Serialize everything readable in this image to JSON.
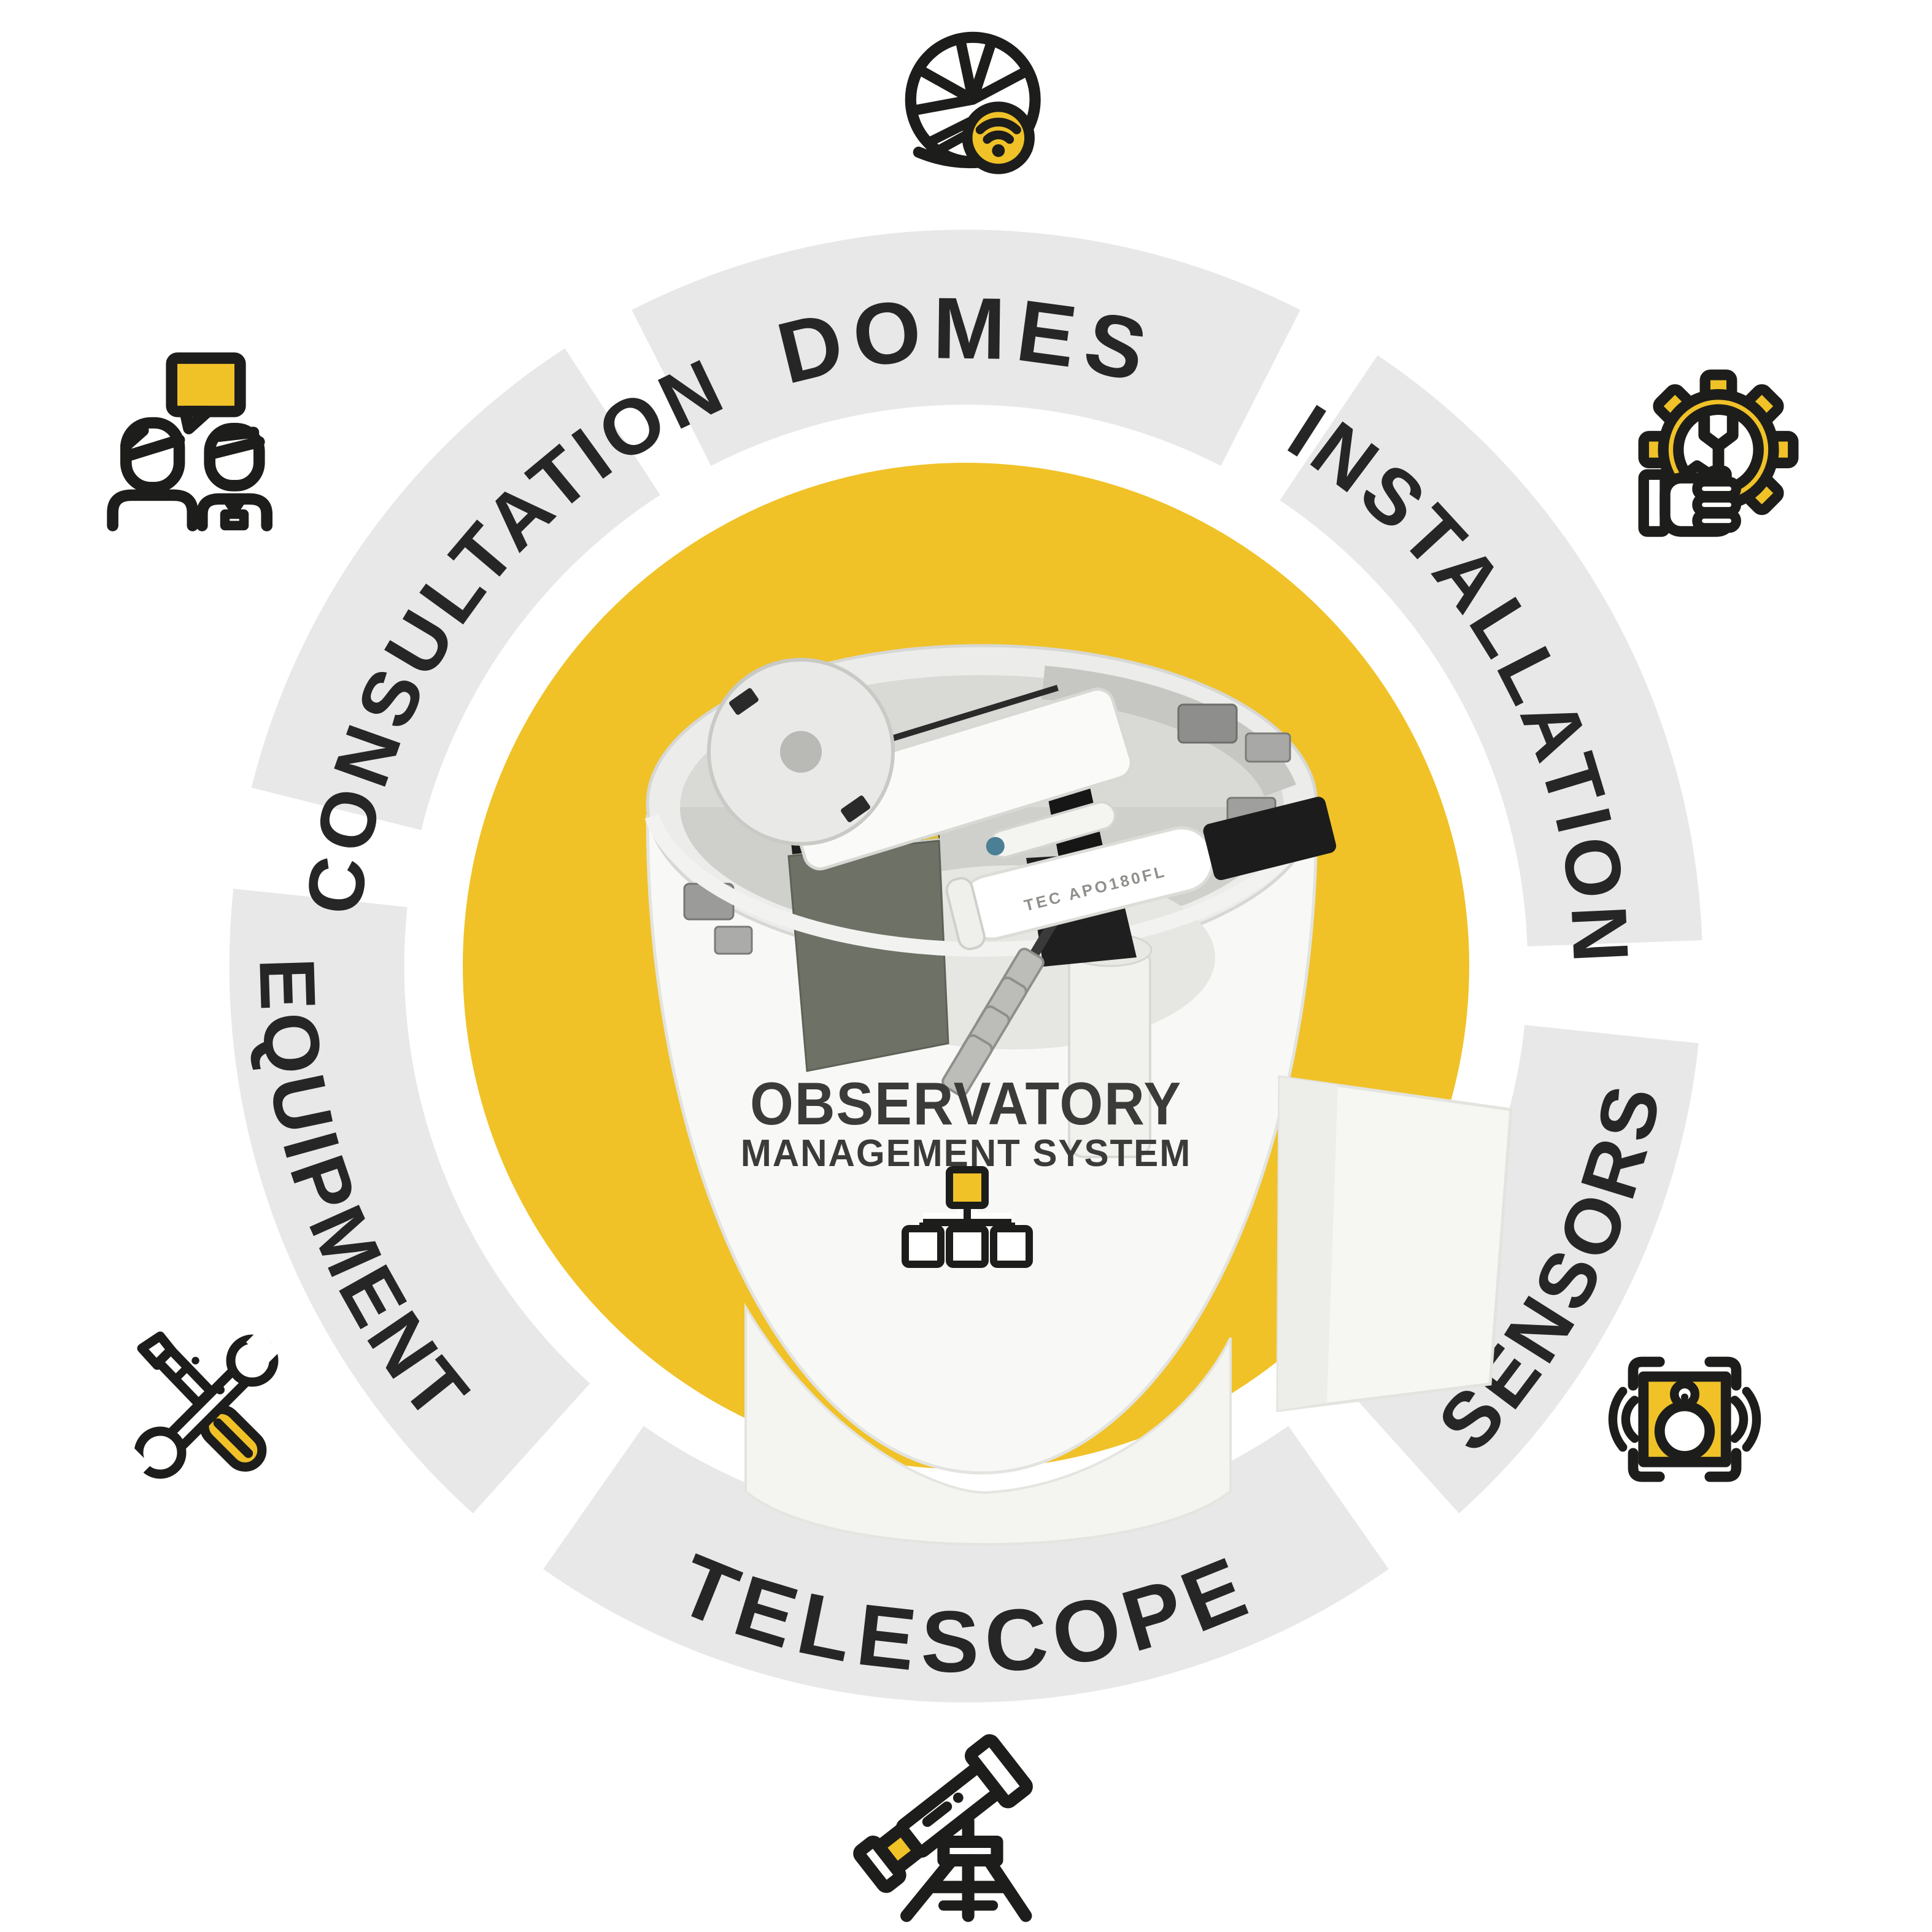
{
  "diagram": {
    "center": {
      "title_line1": "OBSERVATORY",
      "title_line2": "MANAGEMENT SYSTEM",
      "telescope_brand_label": "TEC APO180FL",
      "center_icon": "network-hierarchy-icon",
      "center_image": "open-clamshell-observatory-dome-with-telescope-photo"
    },
    "segments": [
      {
        "id": "domes",
        "label": "DOMES",
        "icon": "dome-shutters-wifi-icon"
      },
      {
        "id": "installation",
        "label": "INSTALLATION",
        "icon": "gear-wrench-hand-icon"
      },
      {
        "id": "sensors",
        "label": "SENSORS",
        "icon": "vibration-sensor-icon"
      },
      {
        "id": "telescope",
        "label": "TELESCOPE",
        "icon": "telescope-tripod-icon"
      },
      {
        "id": "equipment",
        "label": "EQUIPMENT",
        "icon": "crossed-wrench-screwdriver-icon"
      },
      {
        "id": "consultation",
        "label": "CONSULTATION",
        "icon": "two-people-speech-bubble-icon"
      }
    ],
    "colors": {
      "accent_yellow": "#F0C228",
      "ring_gray": "#E8E8E8",
      "ink": "#1D1D1B",
      "title_gray": "#3B3B3A",
      "background": "#FFFFFF"
    }
  }
}
